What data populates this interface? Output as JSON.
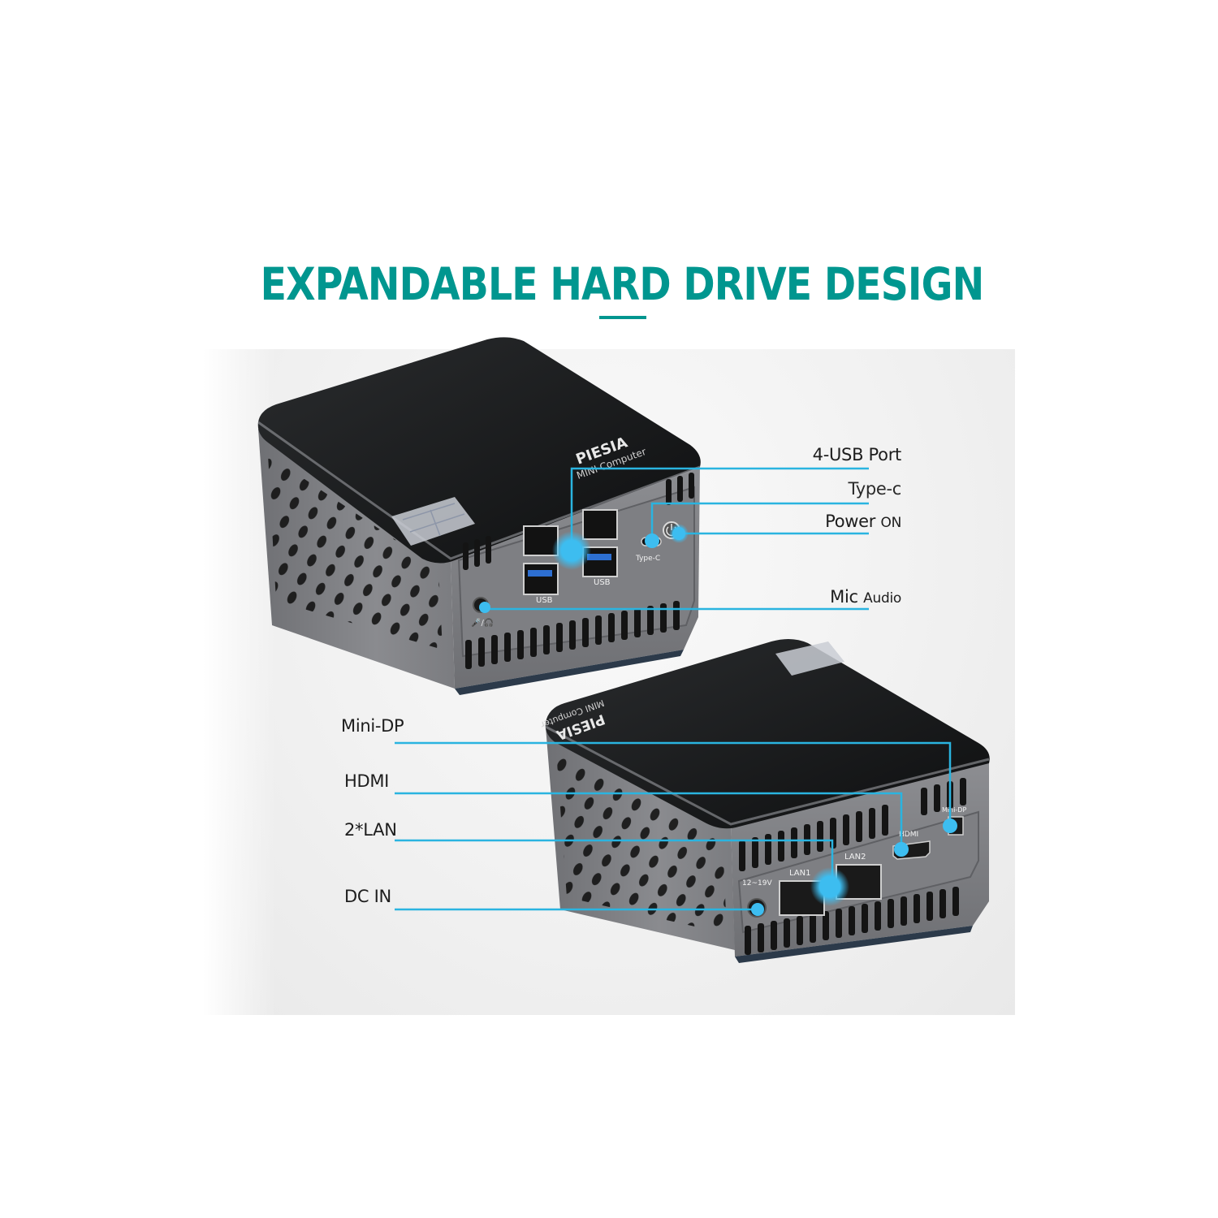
{
  "header": {
    "title": "EXPANDABLE HARD DRIVE DESIGN",
    "accent_color": "#00968f"
  },
  "colors": {
    "callout_line": "#2ab4e0",
    "callout_dot": "#3dbdf0",
    "case_top": "#151617",
    "case_side": "#7d7e82",
    "background": "#ffffff"
  },
  "product": {
    "brand": "PIESIA",
    "subtitle": "MINI Computer"
  },
  "front_view": {
    "callouts": [
      {
        "id": "usb",
        "label": "4-USB Port"
      },
      {
        "id": "typec",
        "label": "Type-c"
      },
      {
        "id": "power",
        "label_main": "Power",
        "label_small": "ON"
      },
      {
        "id": "mic",
        "label_main": "Mic",
        "label_small": "Audio"
      }
    ],
    "port_labels": {
      "usb_left": "USB",
      "usb_right": "USB",
      "typec": "Type-C"
    }
  },
  "back_view": {
    "callouts": [
      {
        "id": "minidp",
        "label": "Mini-DP"
      },
      {
        "id": "hdmi",
        "label": "HDMI"
      },
      {
        "id": "lan",
        "label": "2*LAN"
      },
      {
        "id": "dcin",
        "label": "DC IN"
      }
    ],
    "port_labels": {
      "voltage": "12~19V",
      "lan1": "LAN1",
      "lan2": "LAN2",
      "hdmi": "HDMI",
      "minidp": "Mini-DP"
    }
  }
}
